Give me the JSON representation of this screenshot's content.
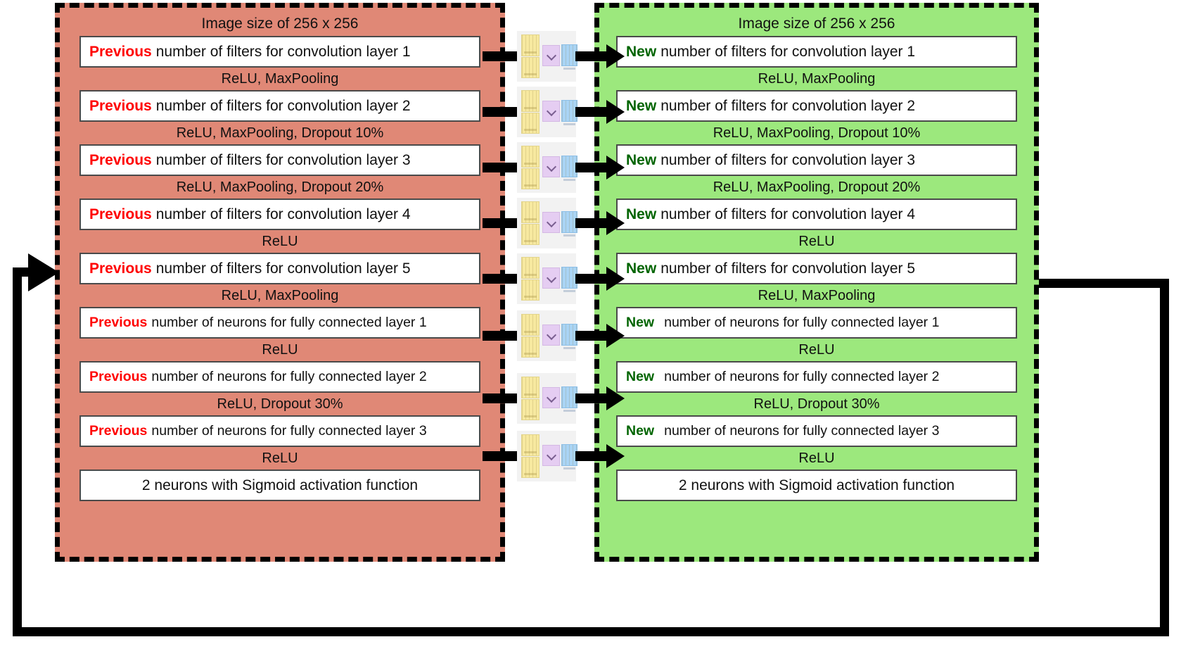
{
  "diagram": {
    "title": "CNN hyperparameter tuning loop: previous vs new configuration",
    "colors": {
      "previous_panel": "#e08876",
      "new_panel": "#9ce87d",
      "previous_keyword": "#ff0000",
      "new_keyword": "#006400",
      "box_fill": "#ffffff",
      "border": "#000000"
    }
  },
  "previous_panel": {
    "label": "Previous configuration panel",
    "header": "Image size of 256 x 256",
    "keyword": "Previous",
    "rows": [
      {
        "keyword": "Previous",
        "text": "number of filters for convolution layer 1",
        "op_below": "ReLU, MaxPooling"
      },
      {
        "keyword": "Previous",
        "text": "number of filters for convolution layer 2",
        "op_below": "ReLU, MaxPooling, Dropout 10%"
      },
      {
        "keyword": "Previous",
        "text": "number of filters for convolution layer 3",
        "op_below": "ReLU, MaxPooling, Dropout 20%"
      },
      {
        "keyword": "Previous",
        "text": "number of filters for convolution layer 4",
        "op_below": "ReLU"
      },
      {
        "keyword": "Previous",
        "text": "number of filters for convolution layer 5",
        "op_below": "ReLU, MaxPooling"
      },
      {
        "keyword": "Previous",
        "text": "number of neurons for fully connected layer 1",
        "op_below": "ReLU"
      },
      {
        "keyword": "Previous",
        "text": "number of neurons for fully connected layer 2",
        "op_below": "ReLU, Dropout 30%"
      },
      {
        "keyword": "Previous",
        "text": "number of neurons for fully connected layer 3",
        "op_below": "ReLU"
      }
    ],
    "final_row": "2 neurons with Sigmoid activation function"
  },
  "new_panel": {
    "label": "New configuration panel",
    "header": "Image size of 256 x 256",
    "keyword": "New",
    "rows": [
      {
        "keyword": "New",
        "text": "number of filters for convolution layer 1",
        "op_below": "ReLU, MaxPooling"
      },
      {
        "keyword": "New",
        "text": "number of filters for convolution layer 2",
        "op_below": "ReLU, MaxPooling, Dropout 10%"
      },
      {
        "keyword": "New",
        "text": "number of filters for convolution layer 3",
        "op_below": "ReLU, MaxPooling, Dropout 20%"
      },
      {
        "keyword": "New",
        "text": "number of filters for convolution layer 4",
        "op_below": "ReLU"
      },
      {
        "keyword": "New",
        "text": "number of filters for convolution layer 5",
        "op_below": "ReLU, MaxPooling"
      },
      {
        "keyword": "New",
        "text": "number of neurons for fully connected layer 1",
        "op_below": "ReLU"
      },
      {
        "keyword": "New",
        "text": "number of neurons for fully connected layer 2",
        "op_below": "ReLU, Dropout 30%"
      },
      {
        "keyword": "New",
        "text": "number of neurons for fully connected layer 3",
        "op_below": "ReLU"
      }
    ],
    "final_row": "2 neurons with Sigmoid activation function"
  },
  "connectors": {
    "icon_name": "tuning-widget-icon",
    "count": 8,
    "arrow_name": "transform-arrow"
  },
  "feedback_loop": {
    "name": "iteration-feedback-loop",
    "description": "Arrow returning from the New panel back into the Previous panel"
  }
}
